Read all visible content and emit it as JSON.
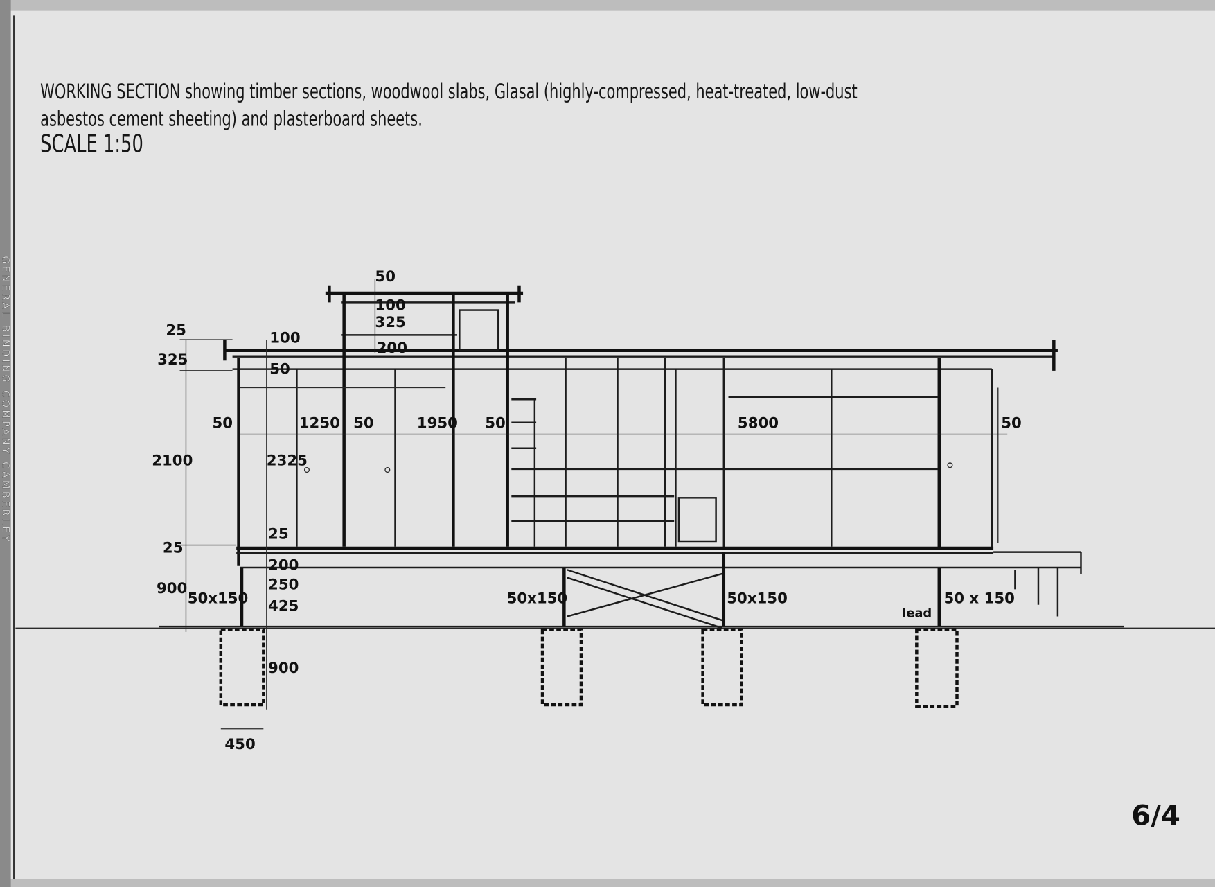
{
  "title": {
    "line1": "WORKING SECTION showing timber sections, woodwool slabs, Glasal (highly-compressed, heat-treated, low-dust",
    "line2": "asbestos cement sheeting) and plasterboard sheets.",
    "scale": "SCALE 1:50"
  },
  "spine_text": "GENERAL BINDING COMPANY CAMBERLEY",
  "page_number": "6/4",
  "dimensions": {
    "roof_edge_left": "25",
    "roof_depth_left": "325",
    "roof_board": "100",
    "roof_joist": "50",
    "clerestory_top": "50",
    "clerestory_board": "100",
    "clerestory_depth": "325",
    "clerestory_base": "200",
    "wall_left": "50",
    "room1_width": "1250",
    "wall_2": "50",
    "room2_width": "1950",
    "wall_3": "50",
    "room3_width": "5800",
    "wall_right": "50",
    "wall_height": "2100",
    "ceiling_height": "2325",
    "floor_finish_inner": "25",
    "floor_finish_left": "25",
    "floor_joist": "200",
    "bearer": "250",
    "post_to_ground": "425",
    "sub_floor_height": "900",
    "post_1": "50x150",
    "post_2": "50x150",
    "post_3": "50x150",
    "post_4": "50 x 150",
    "lead_label": "lead",
    "footing_depth": "900",
    "footing_width": "450"
  }
}
